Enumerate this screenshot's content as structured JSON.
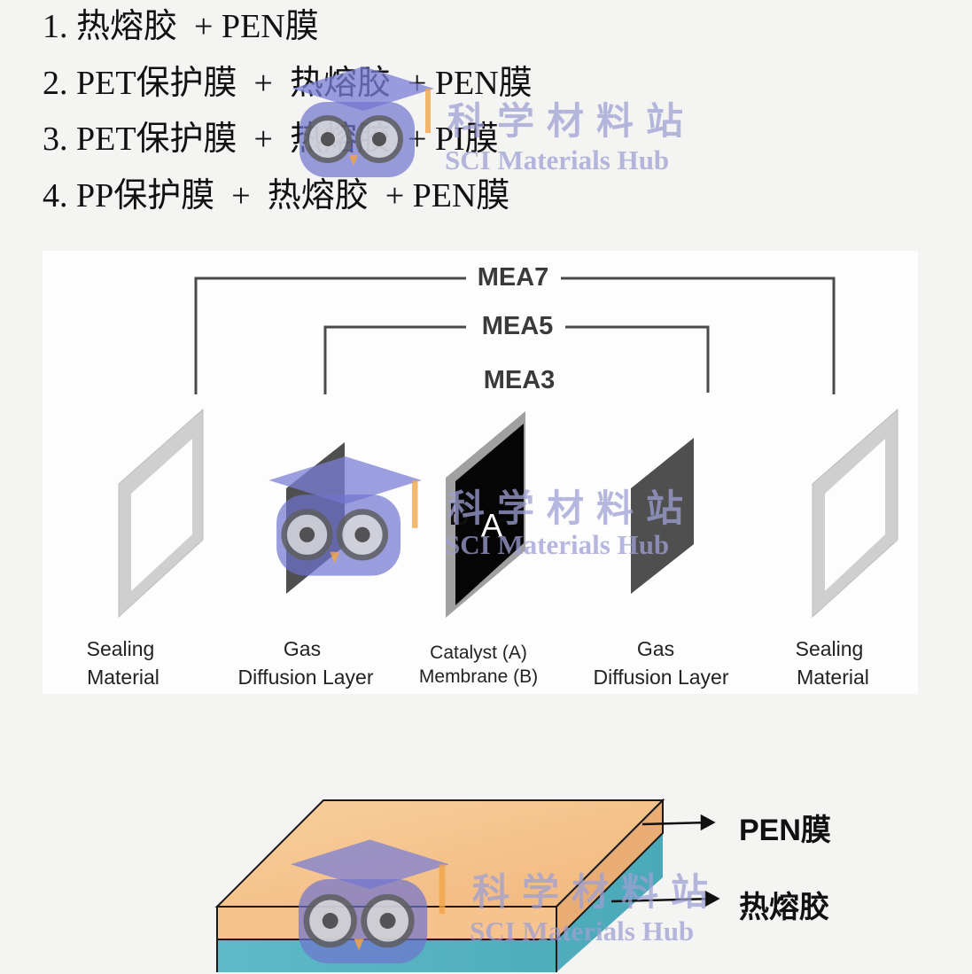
{
  "options": [
    {
      "num": "1.",
      "text": "热熔胶  + PEN膜"
    },
    {
      "num": "2.",
      "text": "PET保护膜  +  热熔胶  + PEN膜"
    },
    {
      "num": "3.",
      "text": "PET保护膜  +  热熔胶  + PI膜"
    },
    {
      "num": "4.",
      "text": "PP保护膜  +  热熔胶  + PEN膜"
    }
  ],
  "mea": {
    "mea7": "MEA7",
    "mea5": "MEA5",
    "mea3": "MEA3"
  },
  "layers": [
    {
      "line1": "Sealing",
      "line2": "Material"
    },
    {
      "line1": "Gas",
      "line2": "Diffusion Layer"
    },
    {
      "line1": "Catalyst (A)",
      "line2": "Membrane (B)"
    },
    {
      "line1": "Gas",
      "line2": "Diffusion Layer"
    },
    {
      "line1": "Sealing",
      "line2": "Material"
    }
  ],
  "membrane_faces": {
    "back": "B",
    "front": "A"
  },
  "stack": {
    "top_label": "PEN膜",
    "bottom_label": "热熔胶"
  },
  "watermark": {
    "cn": "科学材料站",
    "en": "SCI Materials Hub"
  },
  "colors": {
    "pen_orange": "#f5c08a",
    "glue_teal": "#55b8c4",
    "watermark": "#9ea0d4",
    "bracket": "#4a4a4a"
  }
}
